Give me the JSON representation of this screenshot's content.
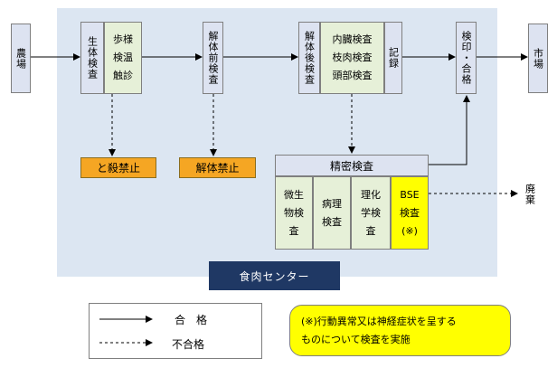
{
  "diagram": {
    "farm": "農場",
    "market": "市場",
    "antemortem": {
      "title": "生体検査",
      "items": [
        "歩様",
        "検温",
        "触診"
      ]
    },
    "premortem_cut": "解体前検査",
    "postmortem": {
      "title": "解体後検査",
      "items": [
        "内臓検査",
        "枝肉検査",
        "頭部検査"
      ]
    },
    "record": "記録",
    "stamp": "検印・合格",
    "ban_slaughter": "と殺禁止",
    "ban_dismantle": "解体禁止",
    "detailed": {
      "title": "精密検査",
      "cells": [
        {
          "lines": [
            "微生",
            "物検",
            "査"
          ]
        },
        {
          "lines": [
            "病理",
            "検査"
          ]
        },
        {
          "lines": [
            "理化",
            "学検",
            "査"
          ]
        },
        {
          "lines": [
            "BSE",
            "検査",
            "(※)"
          ]
        }
      ]
    },
    "disposal": "廃棄",
    "center": "食肉センター"
  },
  "legend": {
    "pass": "合　格",
    "fail": "不合格"
  },
  "note": {
    "lines": [
      "(※)行動異常又は神経症状を呈する",
      "ものについて検査を実施"
    ]
  },
  "colors": {
    "center_bg": "#dce6f2",
    "box_lavender": "#dde3f1",
    "box_green": "#e6f0d8",
    "ban_orange": "#f5a623",
    "note_yellow": "#ffff00",
    "center_navy": "#1f3864"
  }
}
